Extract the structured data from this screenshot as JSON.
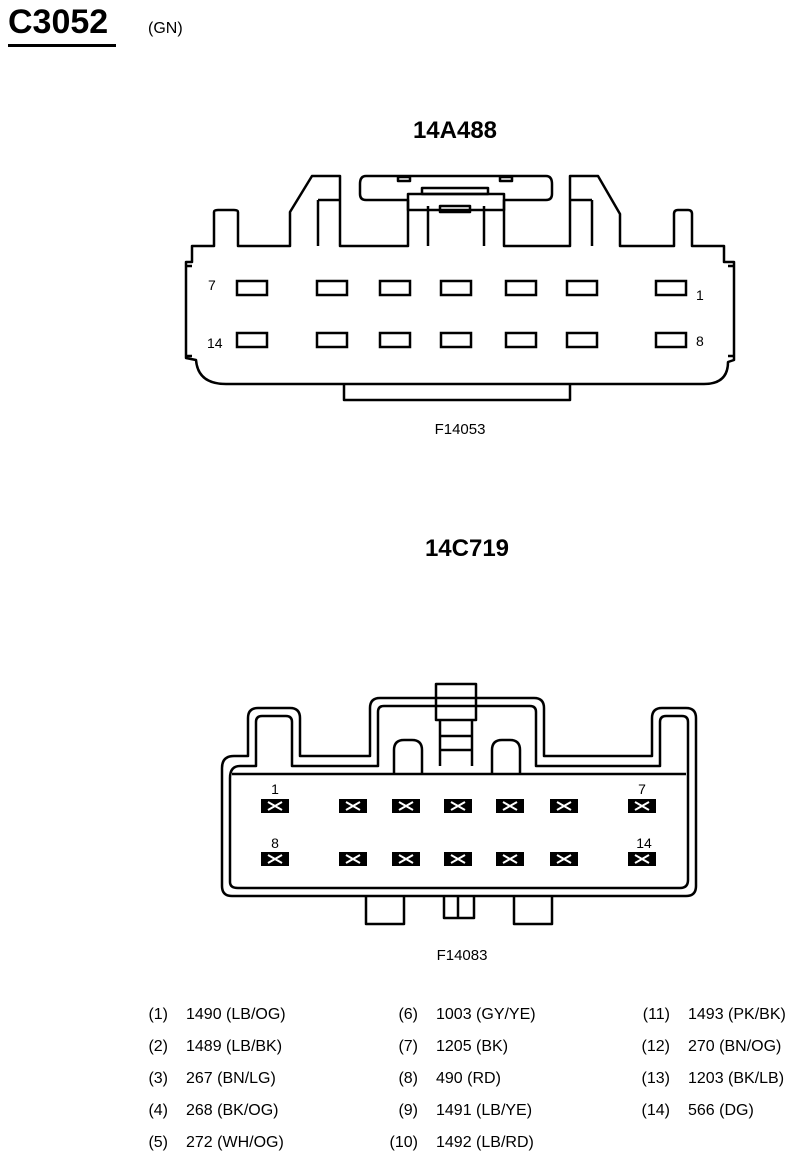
{
  "connector": {
    "id": "C3052",
    "color_code": "(GN)"
  },
  "views": [
    {
      "part_number": "14A488",
      "figure_id": "F14053",
      "row_labels": {
        "top_left": "7",
        "top_right": "1",
        "bottom_left": "14",
        "bottom_right": "8"
      }
    },
    {
      "part_number": "14C719",
      "figure_id": "F14083",
      "row_labels": {
        "top_left": "1",
        "top_right": "7",
        "bottom_left": "8",
        "bottom_right": "14"
      }
    }
  ],
  "pins": [
    {
      "pin": "(1)",
      "circuit": "1490 (LB/OG)"
    },
    {
      "pin": "(2)",
      "circuit": "1489 (LB/BK)"
    },
    {
      "pin": "(3)",
      "circuit": "267 (BN/LG)"
    },
    {
      "pin": "(4)",
      "circuit": "268 (BK/OG)"
    },
    {
      "pin": "(5)",
      "circuit": "272 (WH/OG)"
    },
    {
      "pin": "(6)",
      "circuit": "1003 (GY/YE)"
    },
    {
      "pin": "(7)",
      "circuit": "1205 (BK)"
    },
    {
      "pin": "(8)",
      "circuit": "490 (RD)"
    },
    {
      "pin": "(9)",
      "circuit": "1491 (LB/YE)"
    },
    {
      "pin": "(10)",
      "circuit": "1492 (LB/RD)"
    },
    {
      "pin": "(11)",
      "circuit": "1493 (PK/BK)"
    },
    {
      "pin": "(12)",
      "circuit": "270 (BN/OG)"
    },
    {
      "pin": "(13)",
      "circuit": "1203 (BK/LB)"
    },
    {
      "pin": "(14)",
      "circuit": "566 (DG)"
    }
  ]
}
